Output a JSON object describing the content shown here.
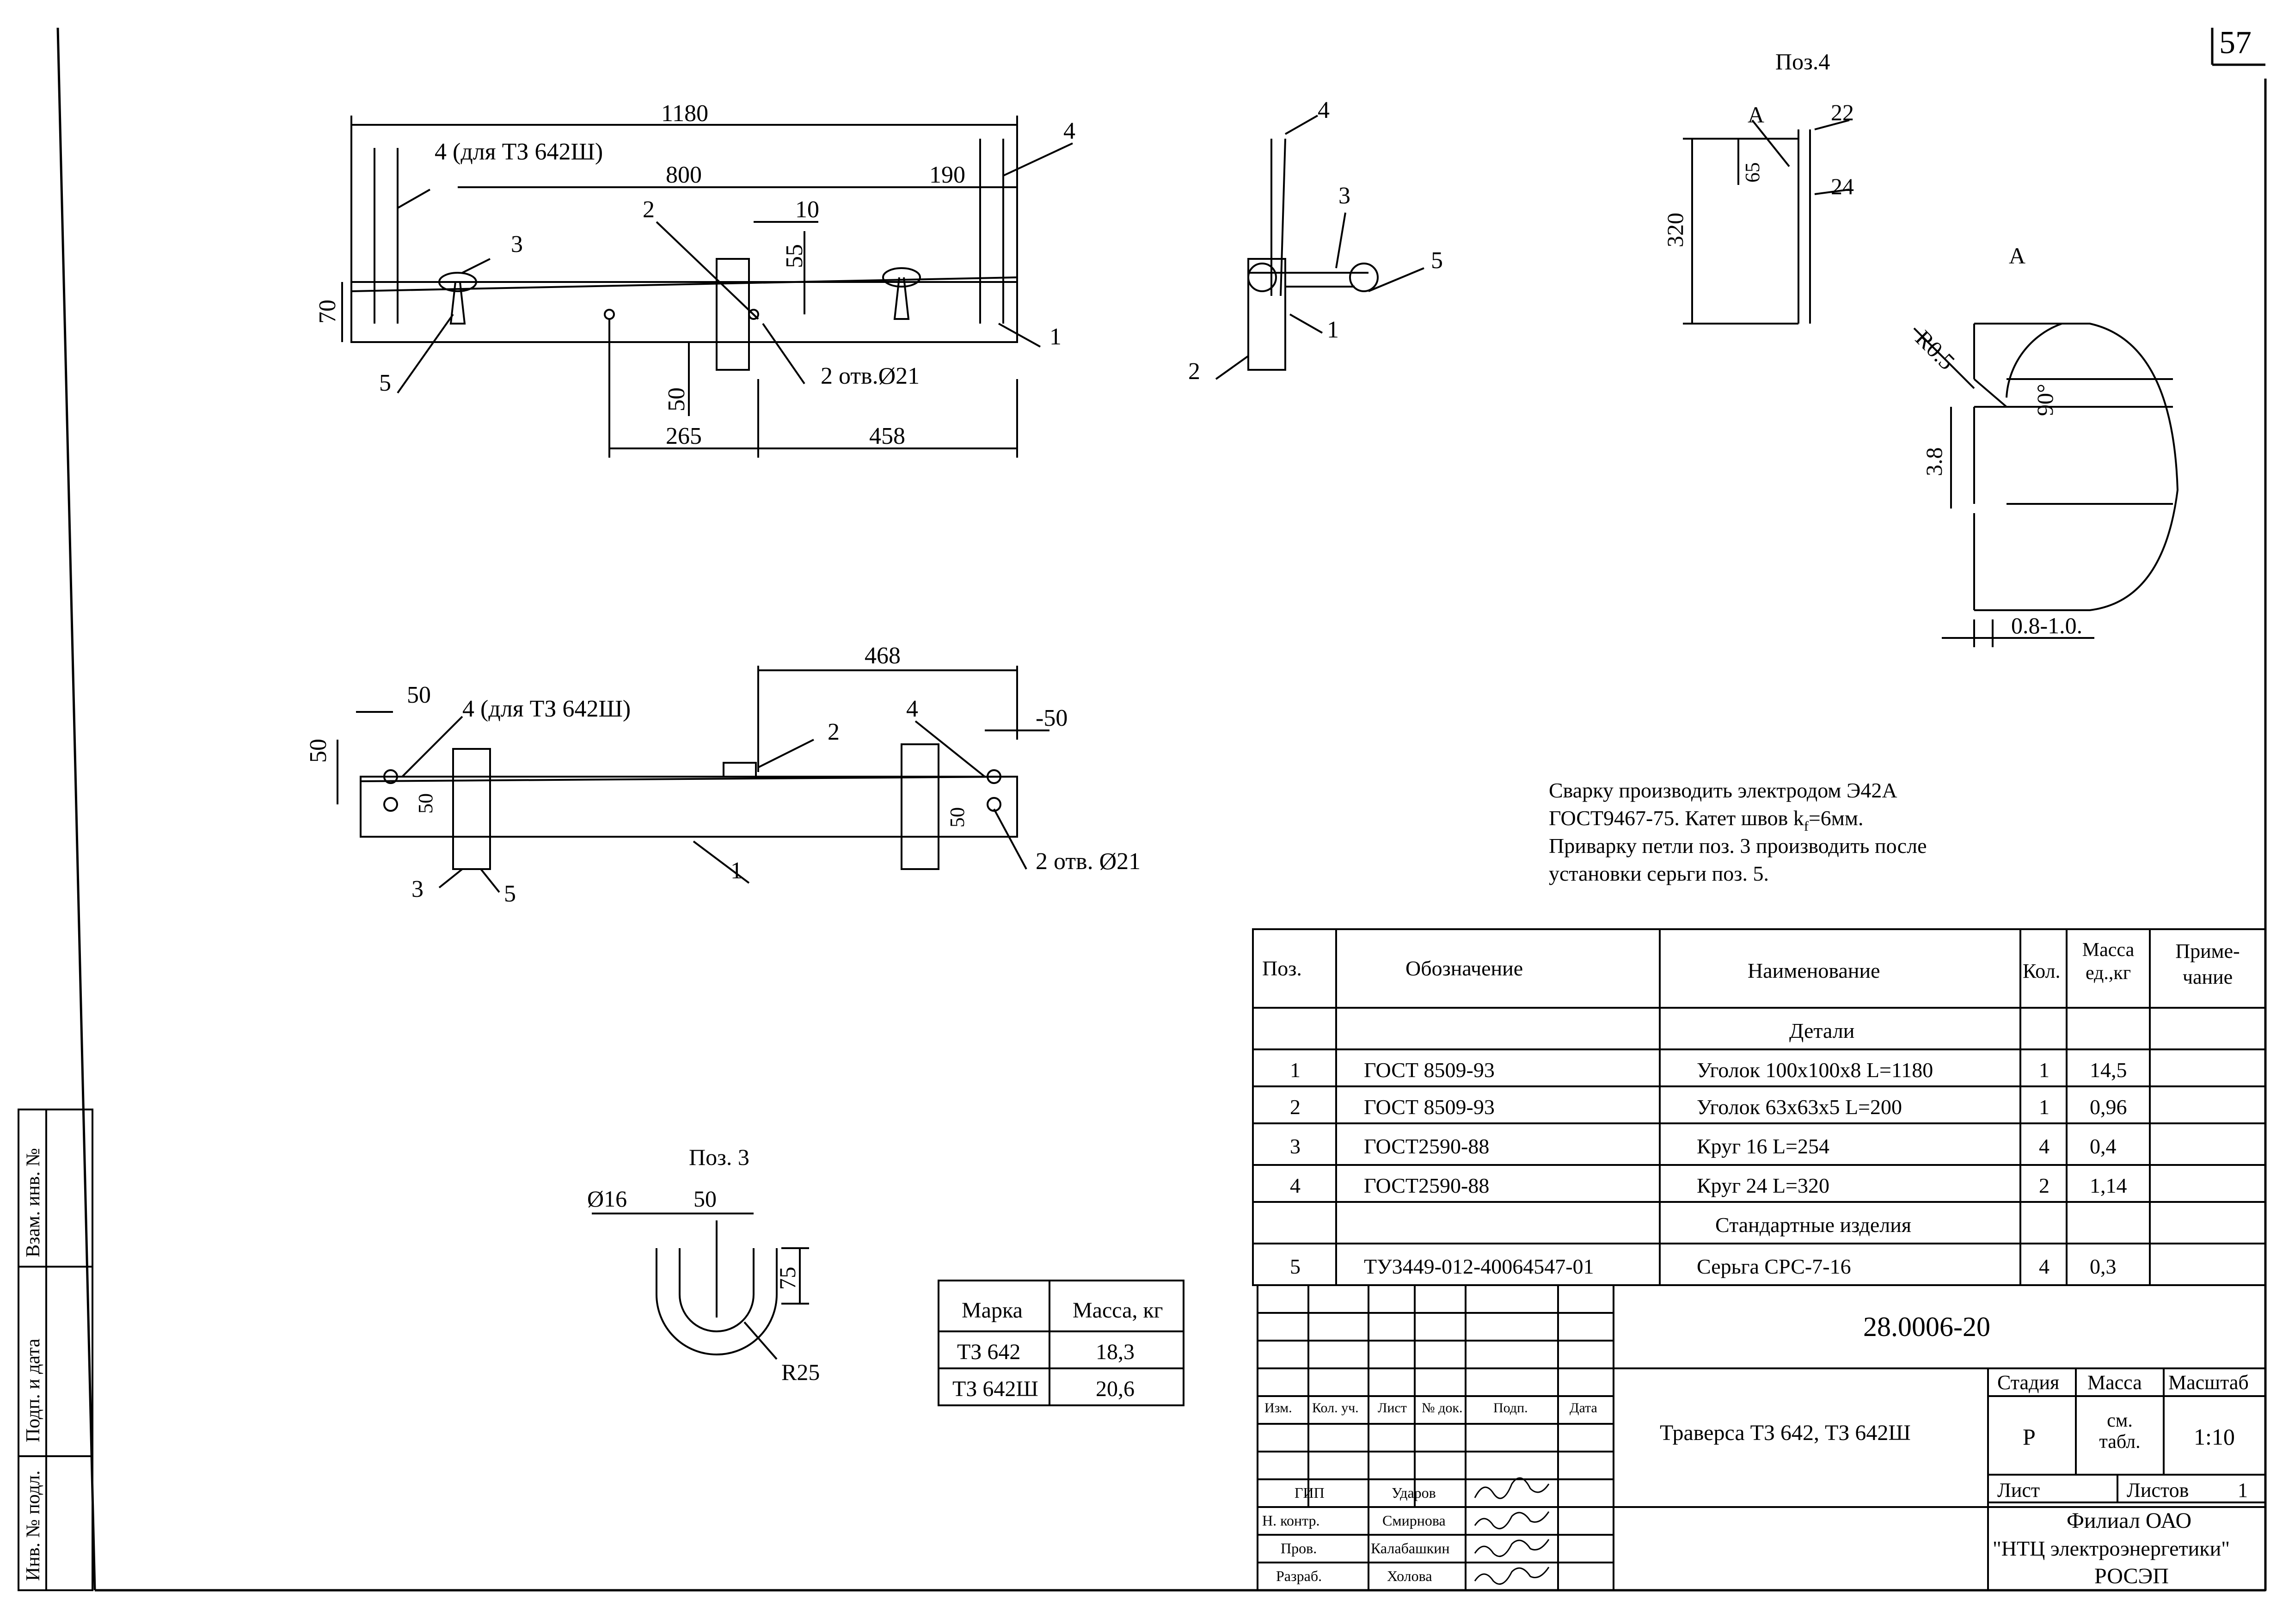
{
  "sheet_number": "57",
  "views": {
    "front": {
      "dims": [
        "1180",
        "800",
        "190",
        "10",
        "55",
        "70",
        "50",
        "265",
        "458"
      ],
      "callouts": [
        "4 (для ТЗ 642Ш)",
        "4",
        "3",
        "2",
        "1",
        "5",
        "2 отв.Ø21"
      ]
    },
    "side": {
      "callouts": [
        "4",
        "3",
        "5",
        "1",
        "2"
      ]
    },
    "plan": {
      "dims": [
        "468",
        "50",
        "50",
        "-50",
        "50",
        "50"
      ],
      "callouts": [
        "4 (для ТЗ 642Ш)",
        "2",
        "4",
        "3",
        "5",
        "1",
        "2 отв. Ø21"
      ]
    },
    "poz4": {
      "title": "Поз.4",
      "labels": [
        "A",
        "22",
        "65",
        "320",
        "24"
      ]
    },
    "detail_a": {
      "title": "A",
      "labels": [
        "R0.5",
        "90°",
        "3.8",
        "0.8-1.0."
      ]
    },
    "poz3": {
      "title": "Поз. 3",
      "labels": [
        "Ø16",
        "50",
        "75",
        "R25"
      ]
    }
  },
  "notes": [
    "Сварку производить электродом Э42А",
    "ГОСТ9467-75. Катет швов k",
    "f",
    "=6мм.",
    "Приварку петли поз. 3 производить после",
    "установки серьги поз. 5."
  ],
  "mass_table": {
    "headers": [
      "Марка",
      "Масса, кг"
    ],
    "rows": [
      [
        "ТЗ 642",
        "18,3"
      ],
      [
        "ТЗ 642Ш",
        "20,6"
      ]
    ]
  },
  "spec": {
    "headers": [
      "Поз.",
      "Обозначение",
      "Наименование",
      "Кол.",
      "Масса ед.,кг",
      "Приме-чание"
    ],
    "section_details": "Детали",
    "section_std": "Стандартные изделия",
    "rows": [
      [
        "1",
        "ГОСТ 8509-93",
        "Уголок 100х100х8 L=1180",
        "1",
        "14,5",
        ""
      ],
      [
        "2",
        "ГОСТ 8509-93",
        "Уголок 63х63х5 L=200",
        "1",
        "0,96",
        ""
      ],
      [
        "3",
        "ГОСТ2590-88",
        "Круг 16 L=254",
        "4",
        "0,4",
        ""
      ],
      [
        "4",
        "ГОСТ2590-88",
        "Круг 24 L=320",
        "2",
        "1,14",
        ""
      ],
      [
        "5",
        "ТУ3449-012-40064547-01",
        "Серьга СРС-7-16",
        "4",
        "0,3",
        ""
      ]
    ]
  },
  "title_block": {
    "doc_number": "28.0006-20",
    "title": "Траверса ТЗ 642, ТЗ 642Ш",
    "cols": [
      "Изм.",
      "Кол. уч.",
      "Лист",
      "№ док.",
      "Подп.",
      "Дата"
    ],
    "stage_headers": [
      "Стадия",
      "Масса",
      "Масштаб"
    ],
    "stage": "Р",
    "mass": "см. табл.",
    "scale": "1:10",
    "sheet_label": "Лист",
    "sheets_label": "Листов",
    "sheets": "1",
    "roles": [
      "ГИП",
      "Н. контр.",
      "Пров.",
      "Разраб."
    ],
    "names": [
      "Ударов",
      "Смирнова",
      "Калабашкин",
      "Холова"
    ],
    "org": [
      "Филиал ОАО",
      "\"НТЦ электроэнергетики\"",
      "РОСЭП"
    ]
  },
  "side_stamp": [
    "Взам. инв. №",
    "Подп. и дата",
    "Инв. № подл."
  ]
}
